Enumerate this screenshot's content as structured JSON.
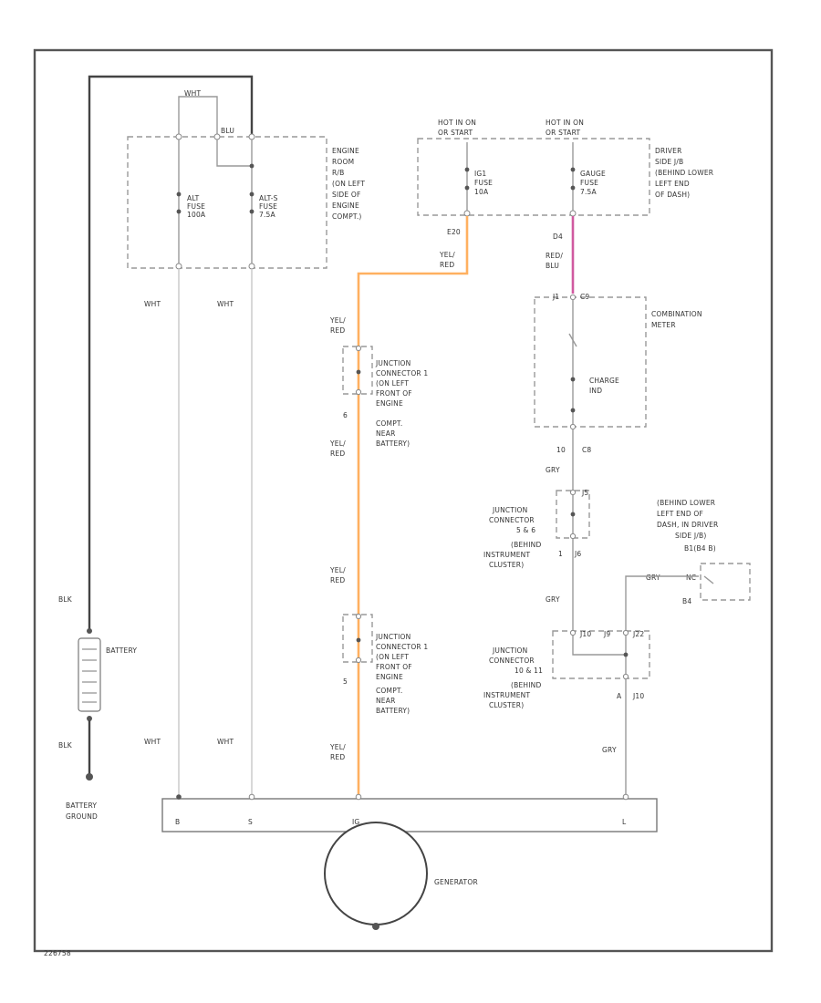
{
  "fuse_box_engine": {
    "label": [
      "ENGINE",
      "ROOM",
      "R/B",
      "(ON LEFT",
      "SIDE OF",
      "ENGINE",
      "COMPT.)"
    ],
    "fuse1": [
      "ALT",
      "FUSE",
      "100A"
    ],
    "fuse2": [
      "ALT-S",
      "FUSE",
      "7.5A"
    ],
    "top_wire1": "WHT",
    "top_wire2": "BLU"
  },
  "fuse_box_dash": {
    "hot1": [
      "HOT IN ON",
      "OR START"
    ],
    "hot2": [
      "HOT IN ON",
      "OR START"
    ],
    "fuse1": [
      "IG1",
      "FUSE",
      "10A"
    ],
    "fuse2": [
      "GAUGE",
      "FUSE",
      "7.5A"
    ],
    "label": [
      "DRIVER",
      "SIDE J/B",
      "(BEHIND LOWER",
      "LEFT END",
      "OF DASH)"
    ],
    "pin1": "E20",
    "pin2": "D4"
  },
  "combination_meter": {
    "label": [
      "COMBINATION",
      "METER"
    ],
    "lamp": [
      "CHARGE",
      "IND"
    ],
    "pin_top": "C9",
    "pin_top_left": "J1",
    "pin_bottom_left": "10",
    "pin_bottom": "C8"
  },
  "wire_labels": {
    "yel_red": [
      "YEL/",
      "RED"
    ],
    "red_blu": [
      "RED/",
      "BLU"
    ],
    "wht": "WHT",
    "gry": "GRY",
    "blk": "BLK"
  },
  "junction_top": {
    "label": [
      "JUNCTION",
      "CONNECTOR 1",
      "(ON LEFT",
      "FRONT OF",
      "ENGINE",
      "COMPT.",
      "NEAR",
      "BATTERY)"
    ],
    "pin": "6"
  },
  "junction_bottom": {
    "label": [
      "JUNCTION",
      "CONNECTOR 1",
      "(ON LEFT",
      "FRONT OF",
      "ENGINE",
      "COMPT.",
      "NEAR",
      "BATTERY)"
    ],
    "pin": "5"
  },
  "junction_5_6": {
    "label": [
      "JUNCTION",
      "CONNECTOR",
      "5 & 6",
      "(BEHIND",
      "INSTRUMENT",
      "CLUSTER)"
    ],
    "pin_top": "J5",
    "pin_bottom": "J6",
    "pin_left": "1"
  },
  "junction_10_11": {
    "label": [
      "JUNCTION",
      "CONNECTOR",
      "10 & 11",
      "(BEHIND",
      "INSTRUMENT",
      "CLUSTER)"
    ],
    "pin_a": "J10",
    "pin_b": "J9",
    "pin_c": "J22",
    "pin_d": "J10",
    "pin_e": "A"
  },
  "ground_point": {
    "label": [
      "(BEHIND LOWER",
      "LEFT END OF",
      "DASH, IN DRIVER",
      "SIDE J/B)"
    ],
    "pin_label": "B1(B4 B)",
    "wire": "NC",
    "pin": "B4"
  },
  "battery": {
    "label": "BATTERY",
    "wire_top": "BLK",
    "wire_bottom": "BLK",
    "ground_label": [
      "BATTERY",
      "GROUND"
    ]
  },
  "generator": {
    "label": "GENERATOR",
    "terminals": [
      "B",
      "S",
      "IG",
      "L"
    ]
  },
  "figure_id": "226758"
}
